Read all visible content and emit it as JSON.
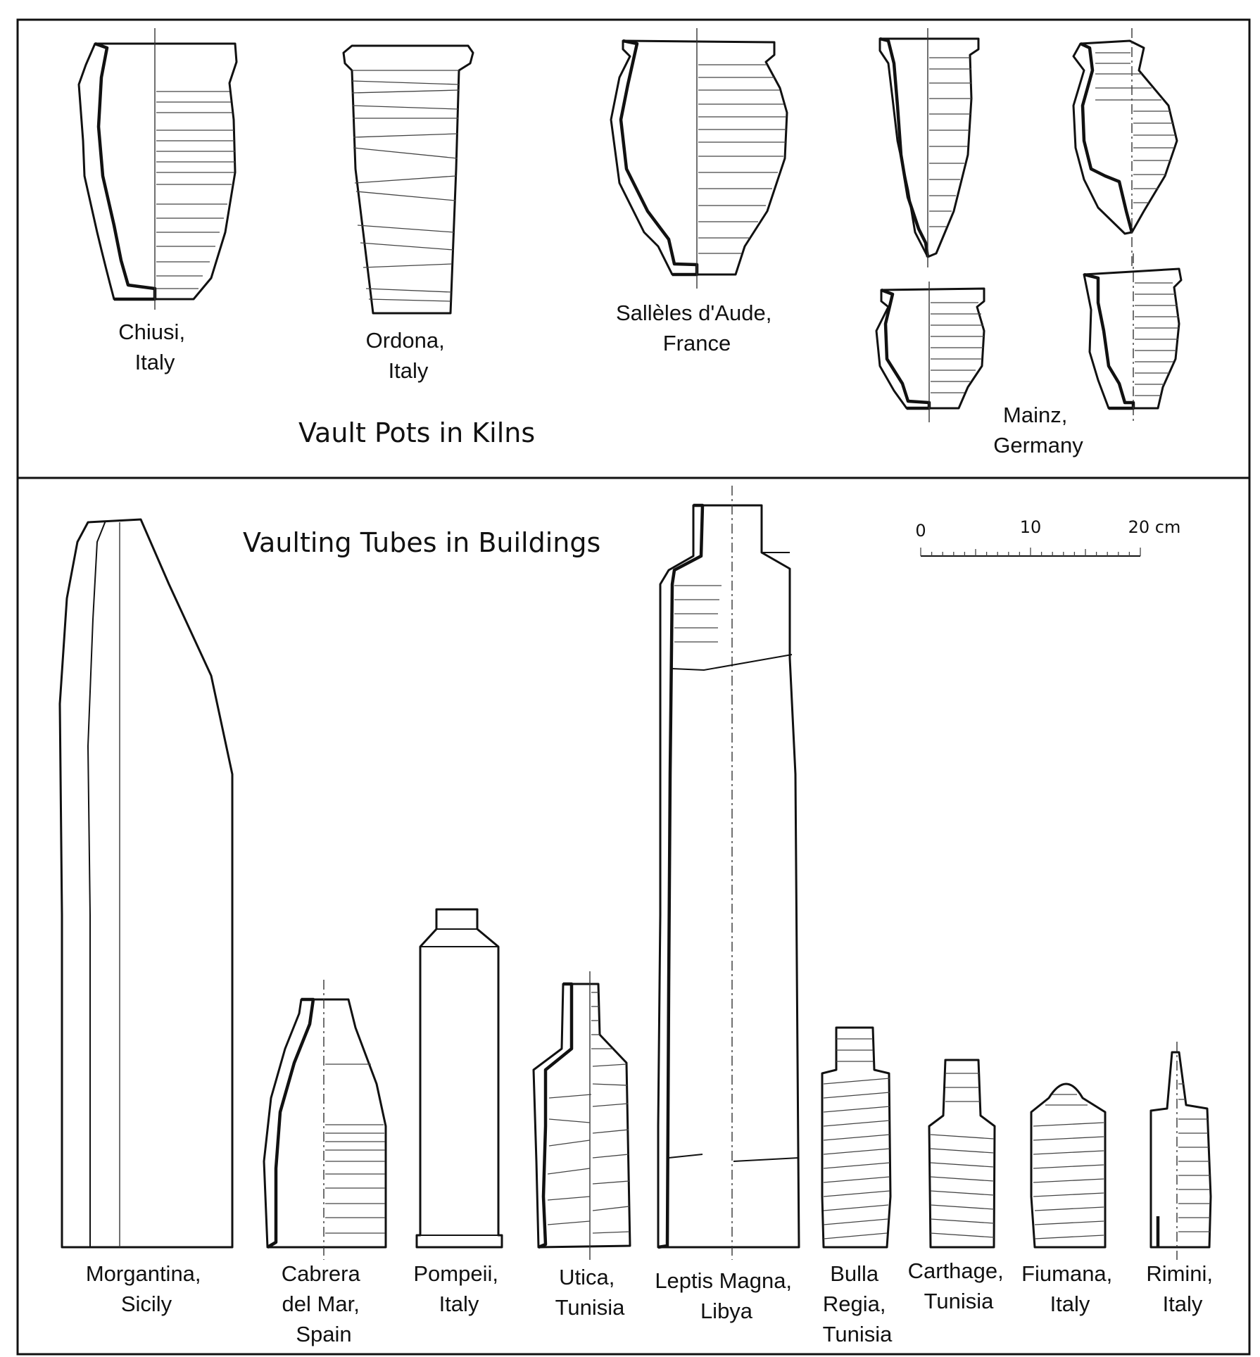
{
  "headings": {
    "kilns": "Vault Pots in Kilns",
    "buildings": "Vaulting Tubes in Buildings"
  },
  "scale": {
    "tick_0": "0",
    "tick_10": "10",
    "tick_20": "20 cm"
  },
  "kiln_pots": [
    {
      "lines": [
        "Chiusi,",
        "Italy"
      ]
    },
    {
      "lines": [
        "Ordona,",
        "Italy"
      ]
    },
    {
      "lines": [
        "Sallèles d'Aude,",
        "France"
      ]
    },
    {
      "lines": [
        "Mainz,",
        "Germany"
      ]
    }
  ],
  "tubes": [
    {
      "lines": [
        "Morgantina,",
        "Sicily"
      ]
    },
    {
      "lines": [
        "Cabrera",
        "del Mar,",
        "Spain"
      ]
    },
    {
      "lines": [
        "Pompeii,",
        "Italy"
      ]
    },
    {
      "lines": [
        "Utica,",
        "Tunisia"
      ]
    },
    {
      "lines": [
        "Leptis Magna,",
        "Libya"
      ]
    },
    {
      "lines": [
        "Bulla",
        "Regia,",
        "Tunisia"
      ]
    },
    {
      "lines": [
        "Carthage,",
        "Tunisia"
      ]
    },
    {
      "lines": [
        "Fiumana,",
        "Italy"
      ]
    },
    {
      "lines": [
        "Rimini,",
        "Italy"
      ]
    }
  ]
}
